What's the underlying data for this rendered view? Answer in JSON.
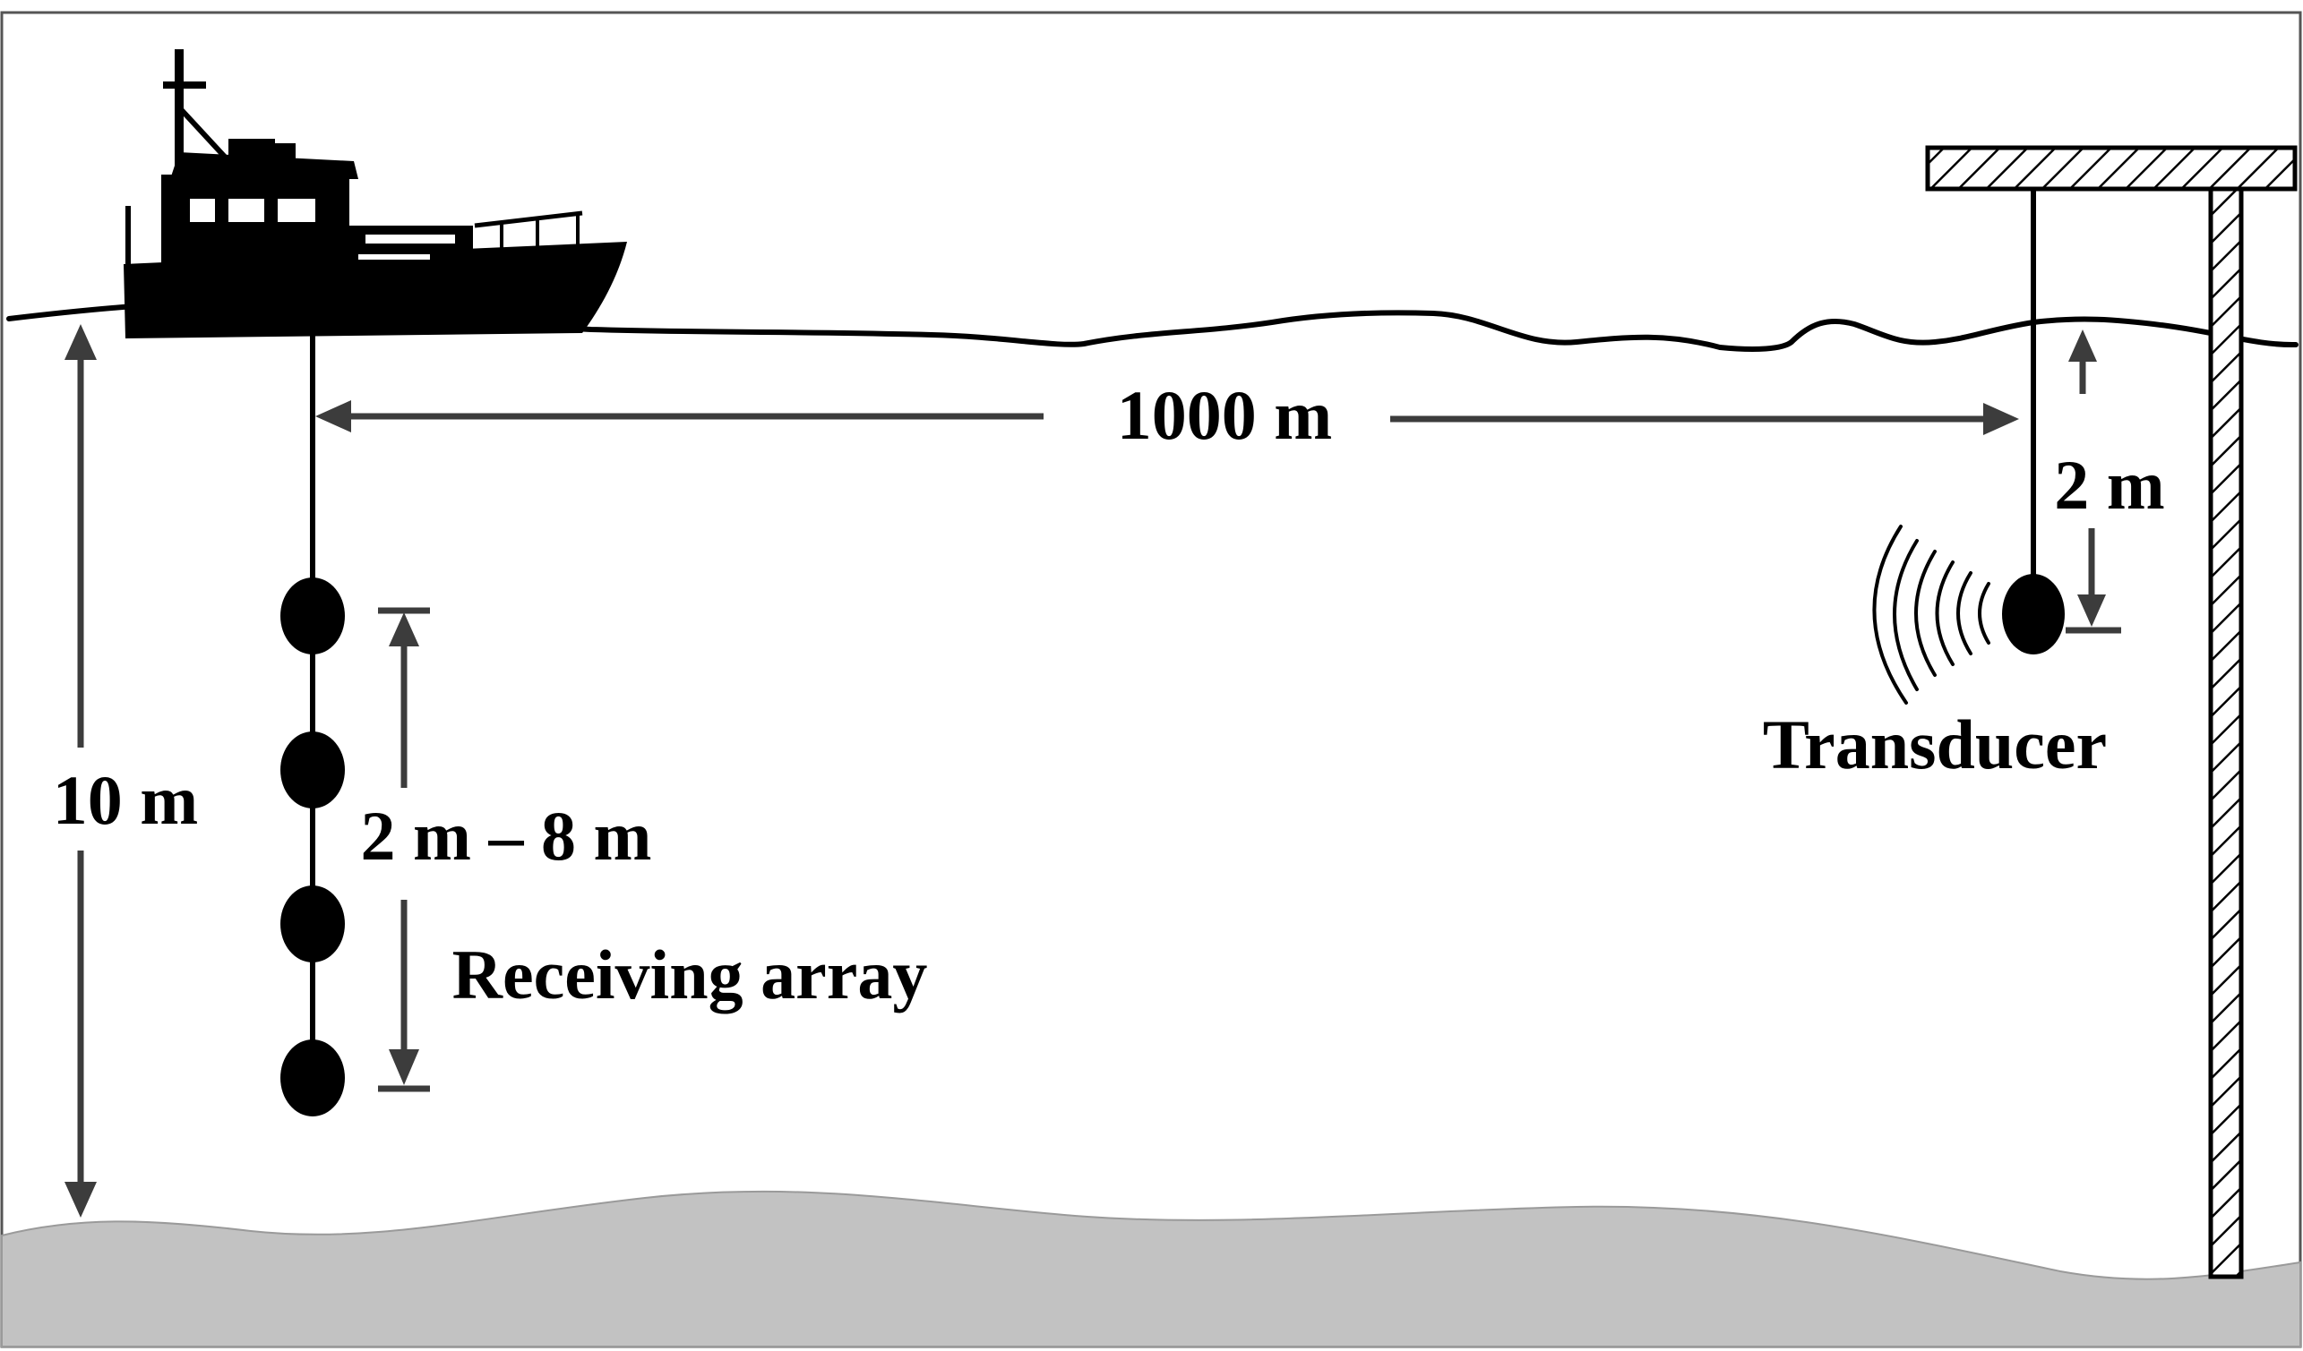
{
  "labels": {
    "distance": "1000 m",
    "depth": "10 m",
    "transducer_depth": "2 m",
    "array_depth_range": "2 m – 8 m",
    "receiving_array": "Receiving array",
    "transducer": "Transducer"
  },
  "colors": {
    "ink": "#000000",
    "arrow": "#3c3c3c",
    "seabed": "#c2c2c2",
    "frame": "#555555",
    "background": "#ffffff"
  },
  "icons": {
    "vessel": "ship-icon",
    "transducer_waves": "sound-waves-icon"
  }
}
